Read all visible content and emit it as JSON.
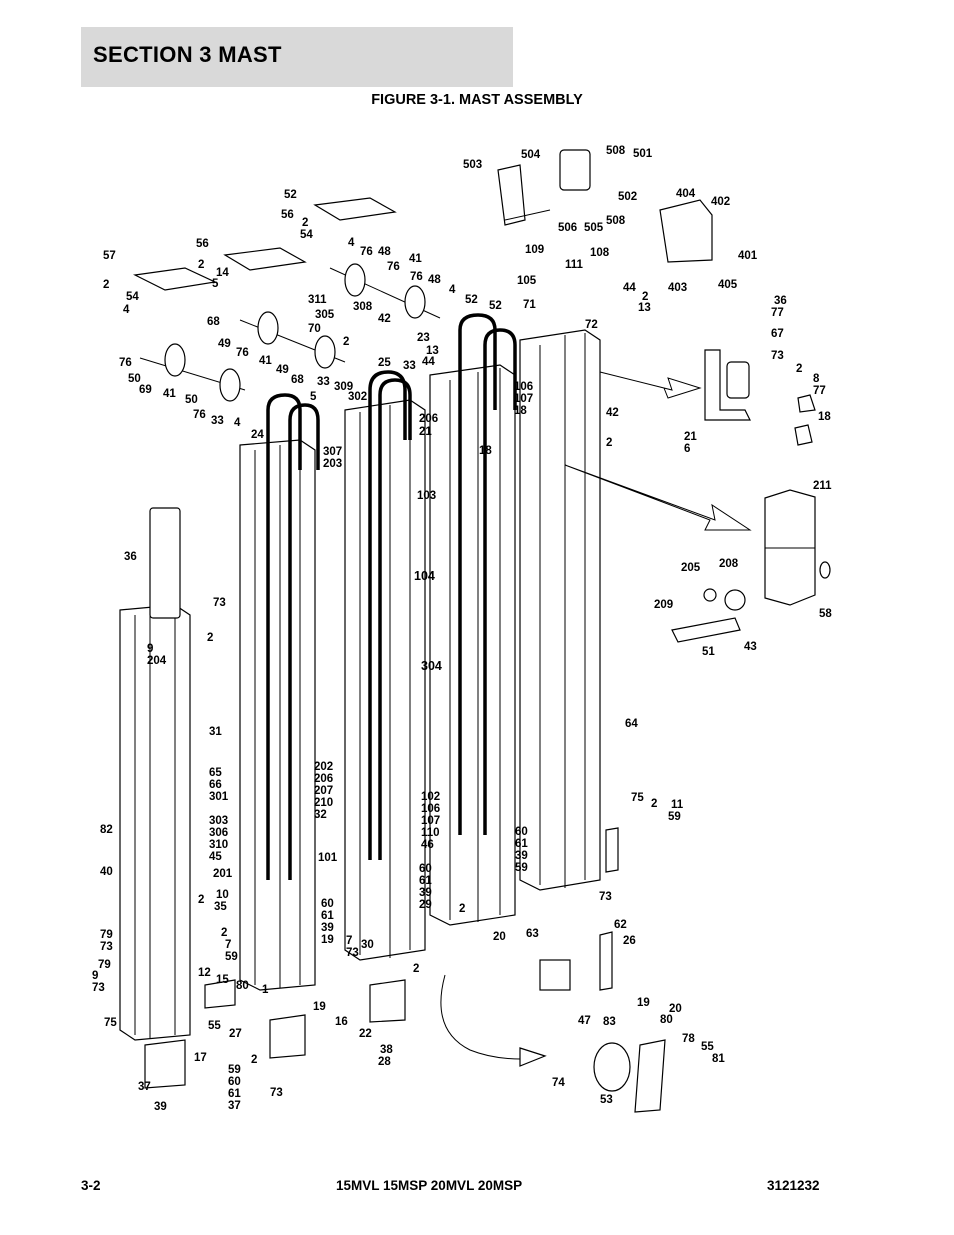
{
  "header": {
    "section": "SECTION 3   MAST"
  },
  "figure": {
    "title": "FIGURE 3-1. MAST ASSEMBLY"
  },
  "footer": {
    "page": "3-2",
    "models": "15MVL 15MSP 20MVL 20MSP",
    "doc_number": "3121232"
  },
  "callouts": [
    "503",
    "504",
    "508",
    "501",
    "502",
    "506",
    "505",
    "508",
    "404",
    "402",
    "401",
    "403",
    "405",
    "109",
    "108",
    "111",
    "44",
    "2",
    "13",
    "105",
    "71",
    "72",
    "52",
    "56",
    "2",
    "54",
    "4",
    "76",
    "48",
    "41",
    "76",
    "48",
    "76",
    "4",
    "52",
    "56",
    "2",
    "14",
    "5",
    "68",
    "49",
    "76",
    "41",
    "49",
    "68",
    "33",
    "309",
    "311",
    "305",
    "308",
    "70",
    "42",
    "2",
    "13",
    "44",
    "25",
    "33",
    "23",
    "52",
    "57",
    "2",
    "54",
    "4",
    "76",
    "50",
    "69",
    "41",
    "50",
    "76",
    "33",
    "4",
    "24",
    "5",
    "302",
    "307",
    "203",
    "206",
    "21",
    "103",
    "106",
    "107",
    "18",
    "18",
    "42",
    "2",
    "36",
    "77",
    "67",
    "73",
    "2",
    "8",
    "77",
    "18",
    "21",
    "6",
    "211",
    "205",
    "208",
    "209",
    "43",
    "51",
    "58",
    "36",
    "73",
    "2",
    "9",
    "204",
    "104",
    "304",
    "31",
    "64",
    "65",
    "66",
    "301",
    "303",
    "306",
    "310",
    "45",
    "82",
    "40",
    "201",
    "202",
    "206",
    "207",
    "210",
    "32",
    "101",
    "102",
    "106",
    "107",
    "110",
    "46",
    "75",
    "2",
    "11",
    "59",
    "60",
    "61",
    "39",
    "59",
    "60",
    "61",
    "39",
    "29",
    "73",
    "2",
    "10",
    "35",
    "79",
    "73",
    "2",
    "7",
    "59",
    "60",
    "61",
    "39",
    "19",
    "2",
    "7",
    "73",
    "30",
    "20",
    "63",
    "62",
    "26",
    "2",
    "9",
    "73",
    "79",
    "12",
    "15",
    "80",
    "1",
    "75",
    "55",
    "27",
    "19",
    "16",
    "22",
    "19",
    "20",
    "80",
    "78",
    "55",
    "81",
    "47",
    "83",
    "2",
    "38",
    "28",
    "17",
    "37",
    "39",
    "59",
    "60",
    "61",
    "37",
    "73",
    "74",
    "53"
  ]
}
